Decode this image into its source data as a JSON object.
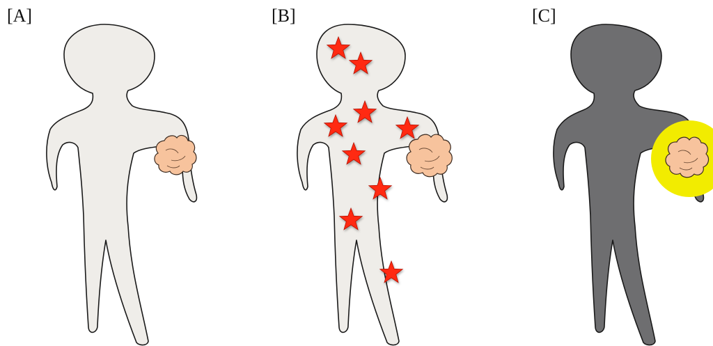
{
  "panels": [
    {
      "id": "A",
      "label": "[A]",
      "body_color": "#efede9",
      "metastases": 0,
      "highlight": null
    },
    {
      "id": "B",
      "label": "[B]",
      "body_color": "#efede9",
      "metastases": 9,
      "highlight": null
    },
    {
      "id": "C",
      "label": "[C]",
      "body_color": "#6e6e70",
      "metastases": 0,
      "highlight": "#f2ec00"
    }
  ],
  "colors": {
    "outline": "#1a1a1a",
    "tumor": "#f7c39d",
    "star": "#ff2a12"
  }
}
